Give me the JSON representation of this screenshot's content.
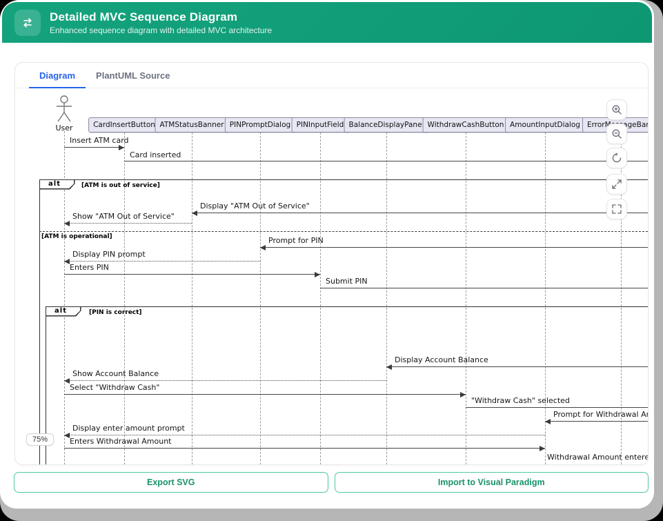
{
  "header": {
    "title": "Detailed MVC Sequence Diagram",
    "subtitle": "Enhanced sequence diagram with detailed MVC architecture"
  },
  "tabs": [
    {
      "label": "Diagram",
      "active": true
    },
    {
      "label": "PlantUML Source",
      "active": false
    }
  ],
  "zoom": {
    "level": "75%",
    "controls": [
      {
        "name": "zoom-in"
      },
      {
        "name": "zoom-out"
      },
      {
        "name": "reset-view"
      },
      {
        "name": "expand"
      },
      {
        "name": "fullscreen"
      }
    ]
  },
  "footer": {
    "buttons": [
      {
        "label": "Export SVG"
      },
      {
        "label": "Import to Visual Paradigm"
      }
    ]
  },
  "colors": {
    "header_teal": "#0F9C77",
    "tab_active_blue": "#2563EB",
    "participant_fill": "#E7E7F3",
    "button_teal": "#18926C"
  },
  "diagram": {
    "actor": {
      "label": "User"
    },
    "participants": [
      {
        "label": "CardInsertButton"
      },
      {
        "label": "ATMStatusBanner"
      },
      {
        "label": "PINPromptDialog"
      },
      {
        "label": "PINInputField"
      },
      {
        "label": "BalanceDisplayPanel"
      },
      {
        "label": "WithdrawCashButton"
      },
      {
        "label": "AmountInputDialog"
      },
      {
        "label": "ErrorMessageBanner"
      }
    ],
    "fragments": [
      {
        "operator": "alt",
        "guard": "[ATM is out of service]"
      },
      {
        "operator": "alt",
        "guard": "[PIN is correct]"
      }
    ],
    "divider_guard": "[ATM is operational]",
    "messages": [
      {
        "label": "Insert ATM card",
        "type": "solid",
        "direction": "right"
      },
      {
        "label": "Card inserted",
        "type": "solid",
        "direction": "right"
      },
      {
        "label": "Display \"ATM Out of Service\"",
        "type": "solid",
        "direction": "left"
      },
      {
        "label": "Show \"ATM Out of Service\"",
        "type": "dashed",
        "direction": "left"
      },
      {
        "label": "Prompt for PIN",
        "type": "solid",
        "direction": "left"
      },
      {
        "label": "Display PIN prompt",
        "type": "dashed",
        "direction": "left"
      },
      {
        "label": "Enters PIN",
        "type": "solid",
        "direction": "right"
      },
      {
        "label": "Submit PIN",
        "type": "solid",
        "direction": "right"
      },
      {
        "label": "Display Account Balance",
        "type": "solid",
        "direction": "left"
      },
      {
        "label": "Show Account Balance",
        "type": "dashed",
        "direction": "left"
      },
      {
        "label": "Select \"Withdraw Cash\"",
        "type": "solid",
        "direction": "right"
      },
      {
        "label": "\"Withdraw Cash\" selected",
        "type": "solid",
        "direction": "right"
      },
      {
        "label": "Prompt for Withdrawal Amount",
        "type": "solid",
        "direction": "left"
      },
      {
        "label": "Display enter amount prompt",
        "type": "dashed",
        "direction": "left"
      },
      {
        "label": "Enters Withdrawal Amount",
        "type": "solid",
        "direction": "right"
      },
      {
        "label": "Withdrawal Amount entered",
        "type": "solid",
        "direction": "right"
      }
    ]
  }
}
